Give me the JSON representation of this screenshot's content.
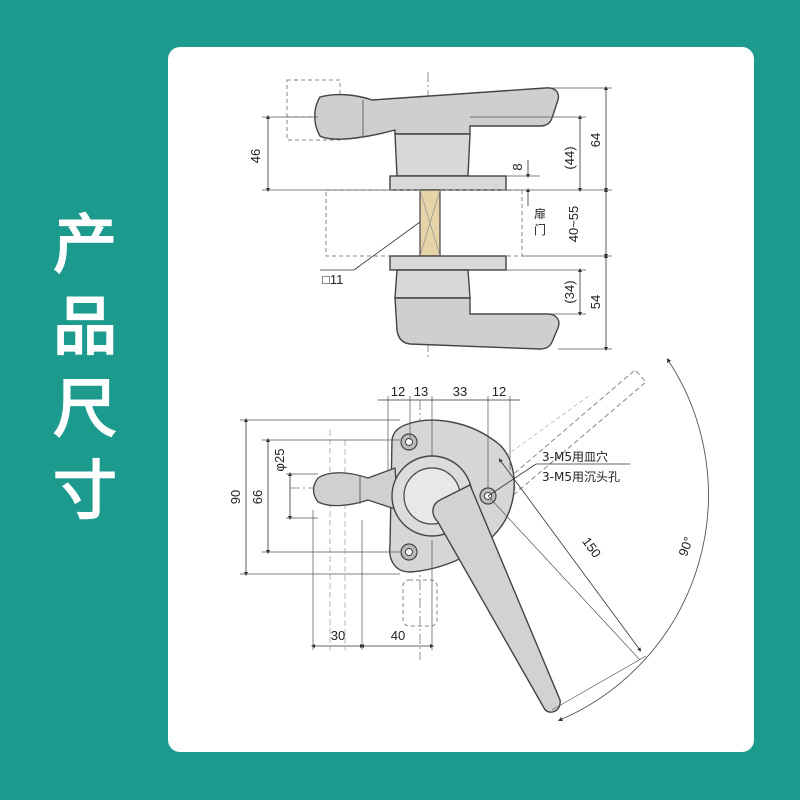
{
  "side_title": [
    "产",
    "品",
    "尺",
    "寸"
  ],
  "colors": {
    "background": "#1b9a8d",
    "panel": "#ffffff",
    "part_fill": "#cfcfcf",
    "line": "#444444"
  },
  "side_view": {
    "dim_46": "46",
    "dim_64": "64",
    "dim_44": "(44)",
    "dim_8": "8",
    "dim_40_55": "40~55",
    "door_label_1": "扉",
    "door_label_2": "门",
    "shaft_label": "□11",
    "dim_34": "(34)",
    "dim_54": "54"
  },
  "top_view": {
    "dim_12a": "12",
    "dim_13": "13",
    "dim_33": "33",
    "dim_12b": "12",
    "dim_phi25": "φ25",
    "dim_90": "90",
    "dim_66": "66",
    "dim_30": "30",
    "dim_40": "40",
    "dim_150": "150",
    "dim_90deg": "90°",
    "note_1": "3-M5用皿穴",
    "note_2": "3-M5用沉头孔"
  }
}
